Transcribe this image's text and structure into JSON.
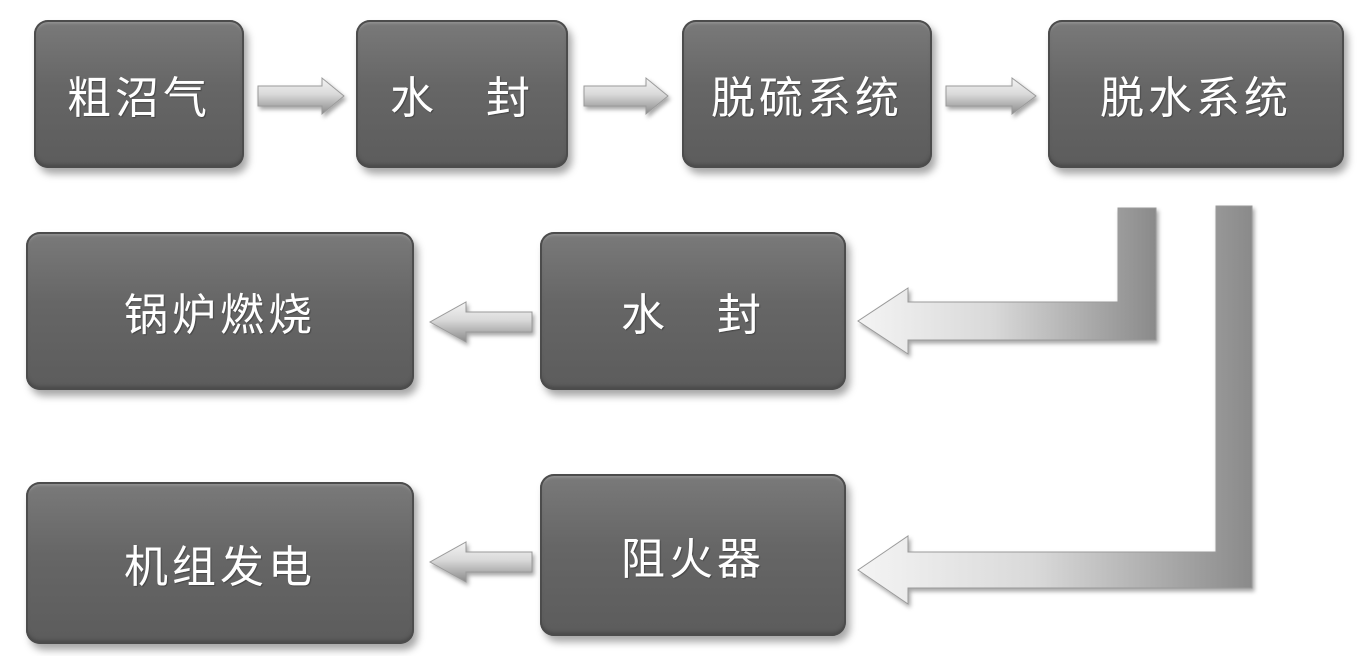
{
  "nodes": {
    "raw_biogas": "粗沼气",
    "water_seal_1": "水　封",
    "desulfurization": "脱硫系统",
    "dehydration": "脱水系统",
    "water_seal_2": "水　封",
    "boiler_combustion": "锅炉燃烧",
    "flame_arrester": "阻火器",
    "generator_set": "机组发电"
  },
  "edges": [
    {
      "from": "raw_biogas",
      "to": "water_seal_1"
    },
    {
      "from": "water_seal_1",
      "to": "desulfurization"
    },
    {
      "from": "desulfurization",
      "to": "dehydration"
    },
    {
      "from": "dehydration",
      "to": "water_seal_2"
    },
    {
      "from": "dehydration",
      "to": "flame_arrester"
    },
    {
      "from": "water_seal_2",
      "to": "boiler_combustion"
    },
    {
      "from": "flame_arrester",
      "to": "generator_set"
    }
  ],
  "colors": {
    "box_fill": "#666666",
    "box_text": "#ffffff",
    "arrow_light": "#f2f2f2",
    "arrow_dark": "#8c8c8c"
  }
}
